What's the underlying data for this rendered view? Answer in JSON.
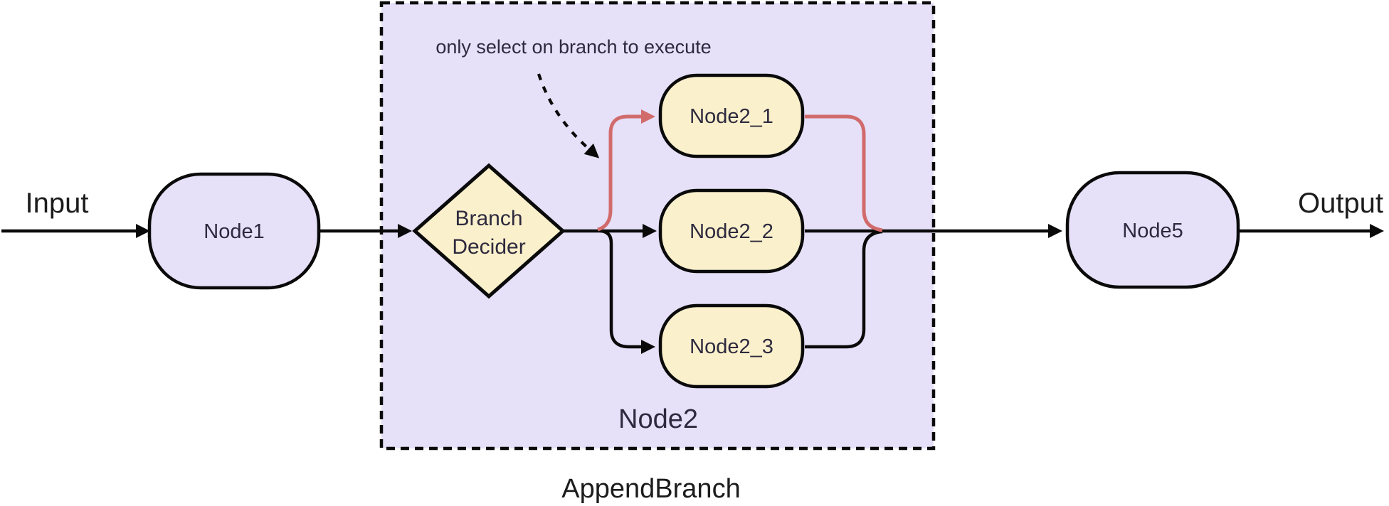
{
  "diagram": {
    "input_label": "Input",
    "output_label": "Output",
    "annotation": "only select on branch to execute",
    "decider": {
      "line1": "Branch",
      "line2": "Decider"
    },
    "nodes": {
      "node1": "Node1",
      "node2_1": "Node2_1",
      "node2_2": "Node2_2",
      "node2_3": "Node2_3",
      "node5": "Node5"
    },
    "group_label": "Node2",
    "container_label": "AppendBranch",
    "colors": {
      "lavender": "#E6E0F8",
      "cream": "#FAF0CC",
      "red": "#D16B6B",
      "line": "#0A0A0A",
      "text_dark": "#2E2A3E",
      "label_black": "#1C1C1C"
    }
  }
}
